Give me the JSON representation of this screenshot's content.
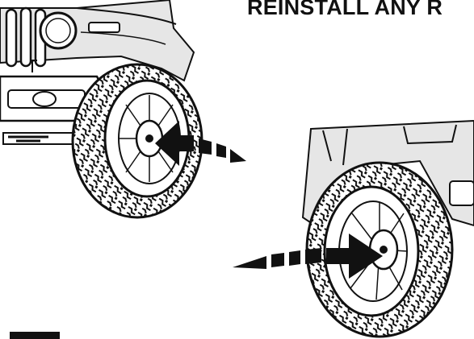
{
  "heading": "REINSTALL ANY R",
  "icons": {
    "left_panel": "jeep-front-wheel-illustration",
    "right_panel": "jeep-rear-wheel-illustration",
    "arrow": "install-direction-arrow"
  },
  "colors": {
    "ink": "#111111",
    "paper": "#ffffff",
    "fender_shade": "#e6e6e6"
  }
}
